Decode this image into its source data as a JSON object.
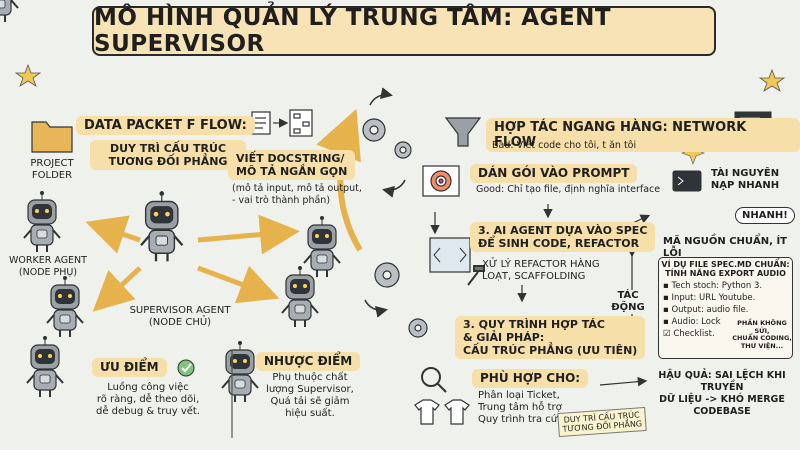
{
  "title": "MÔ HÌNH QUẢN LÝ TRUNG TÂM: AGENT SUPERVISOR",
  "left": {
    "project_folder": [
      "PROJECT",
      "FOLDER"
    ],
    "data_packet_heading": "DATA PACKET F FLOW:",
    "structure_note": [
      "DUY TRÌ CẤU TRÚC",
      "TƯƠNG ĐỐI PHẲNG"
    ],
    "docstring_heading": [
      "VIẾT DOCSTRING/",
      "MÔ TẢ NGẮN GỌN"
    ],
    "docstring_detail": [
      "(mô tả input, mô tả output,",
      "- vai trò thành phần)"
    ],
    "worker_agent": [
      "WORKER AGENT",
      "(NODE PHỤ)"
    ],
    "supervisor_agent": [
      "SUPERVISOR AGENT",
      "(NODE CHỦ)"
    ],
    "pros_heading": "ƯU ĐIỂM",
    "pros_text": [
      "Luồng công việc",
      "rõ ràng, dễ theo dõi,",
      "dễ debug & truy vết."
    ],
    "cons_heading": "NHƯỢC ĐIỂM",
    "cons_text": [
      "Phụ thuộc chất",
      "lượng Supervisor,",
      "Quá tải sẽ giảm",
      "hiệu suất."
    ]
  },
  "right": {
    "network_heading": "HỢP TÁC NGANG HÀNG: NETWORK FLOW",
    "network_bad": "Bad: Viết code cho tôi, t ăn tôi",
    "prompt_heading": "DÁN GÓI VÀO PROMPT",
    "prompt_good": "Good: Chỉ tạo file, định nghĩa interface",
    "resource_label": [
      "TÀI NGUYÊN",
      "NẠP NHANH"
    ],
    "spec_heading": [
      "3. AI AGENT DỰA VÀO SPEC",
      "ĐỂ SINH CODE, REFACTOR"
    ],
    "refactor_text": [
      "XỬ LÝ REFACTOR HÀNG",
      "LOẠT, SCAFFOLDING"
    ],
    "fast_bubble": "NHANH!",
    "standard_code": "MÃ NGUỒN CHUẨN, ÍT LỖI",
    "impact_label": [
      "TÁC",
      "ĐỘNG"
    ],
    "process_heading": [
      "3. QUY TRÌNH HỢP TÁC",
      "& GIẢI PHÁP:"
    ],
    "process_solution": "CẤU TRÚC PHẲNG (ƯU TIÊN)",
    "spec_example": {
      "title": [
        "VÍ DỤ FILE SPEC.MD CHUẨN:",
        "TÍNH NĂNG EXPORT AUDIO"
      ],
      "items": [
        "Tech stoch: Python 3.",
        "Input: URL Youtube.",
        "Output: audio file.",
        "Audio: Lock",
        "Checklist."
      ],
      "side_note": [
        "PHẦN KHÔNG SỬI,",
        "CHUẨN CODING,",
        "THƯ VIỆN..."
      ]
    },
    "fit_heading": "PHÙ HỢP CHO:",
    "fit_text": [
      "Phân loại Ticket,",
      "Trung tâm hỗ trợ",
      "Quy trình tra cứu."
    ],
    "consequence": [
      "HẬU QUẢ: SAI LỆCH KHI TRUYỀN",
      "DỮ LIỆU -> KHÓ MERGE CODEBASE"
    ],
    "sticky_note": [
      "DUY TRÌ CẤU TRÚC",
      "TƯƠNG ĐỐI PHẲNG"
    ]
  }
}
